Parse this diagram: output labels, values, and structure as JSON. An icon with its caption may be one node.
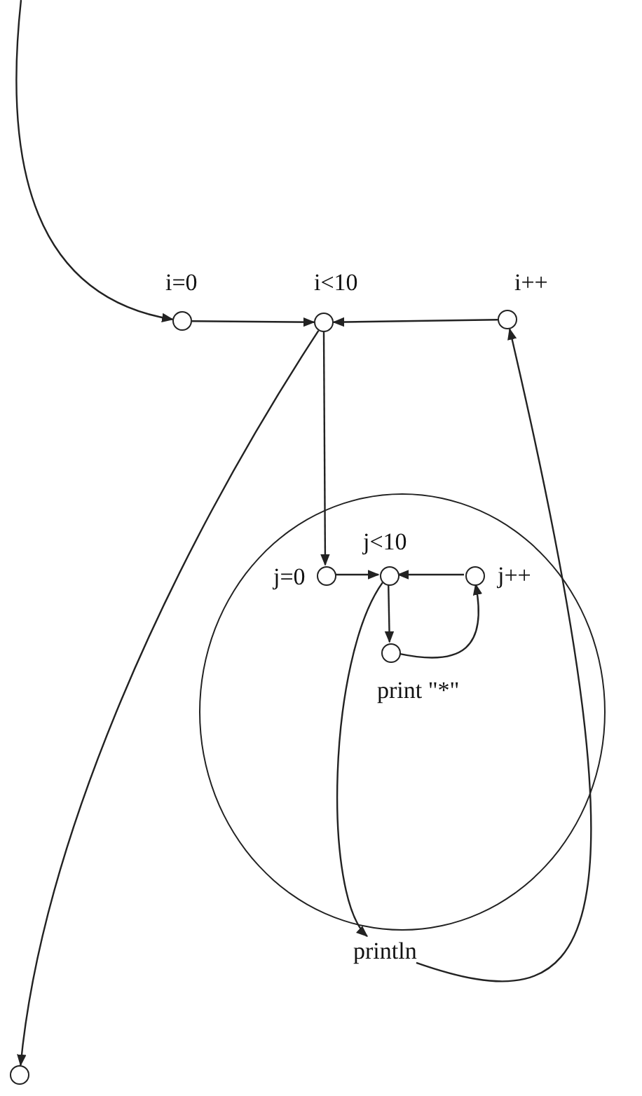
{
  "diagram": {
    "nodes": [
      {
        "text": [],
        "shape": "circle",
        "beside": [
          "i=0"
        ]
      },
      {
        "text": [],
        "shape": "circle",
        "beside": [
          "i<10"
        ]
      },
      {
        "text": [],
        "shape": "circle",
        "beside": [
          "i++"
        ]
      },
      {
        "text": [],
        "shape": "circle"
      },
      {
        "text": [],
        "shape": "circle",
        "beside": [
          "j=0"
        ],
        "in": 3
      },
      {
        "text": [],
        "shape": "circle",
        "beside": [
          "j<10"
        ],
        "in": 3
      },
      {
        "text": [],
        "shape": "circle",
        "beside": [
          "j++"
        ],
        "in": 3
      },
      {
        "text": [],
        "shape": "circle",
        "beside": [
          "print \"*\""
        ],
        "in": 3
      },
      {
        "text": [
          "println"
        ]
      },
      {
        "text": [],
        "shape": "circle"
      }
    ],
    "edges": [
      {
        "from": null,
        "to": 0,
        "arrow": "to"
      },
      {
        "from": 0,
        "to": 1,
        "arrow": "to"
      },
      {
        "from": 2,
        "to": 1,
        "arrow": "to"
      },
      {
        "from": 1,
        "to": 4,
        "arrow": "to"
      },
      {
        "from": 4,
        "to": 5,
        "arrow": "to"
      },
      {
        "from": 6,
        "to": 5,
        "arrow": "to"
      },
      {
        "from": 5,
        "to": 7,
        "arrow": "to"
      },
      {
        "from": 7,
        "to": 6,
        "arrow": "to"
      },
      {
        "from": 5,
        "to": 8,
        "arrow": "to"
      },
      {
        "from": 8,
        "to": 2,
        "arrow": "to"
      },
      {
        "from": 1,
        "to": 9,
        "arrow": "to"
      }
    ]
  }
}
